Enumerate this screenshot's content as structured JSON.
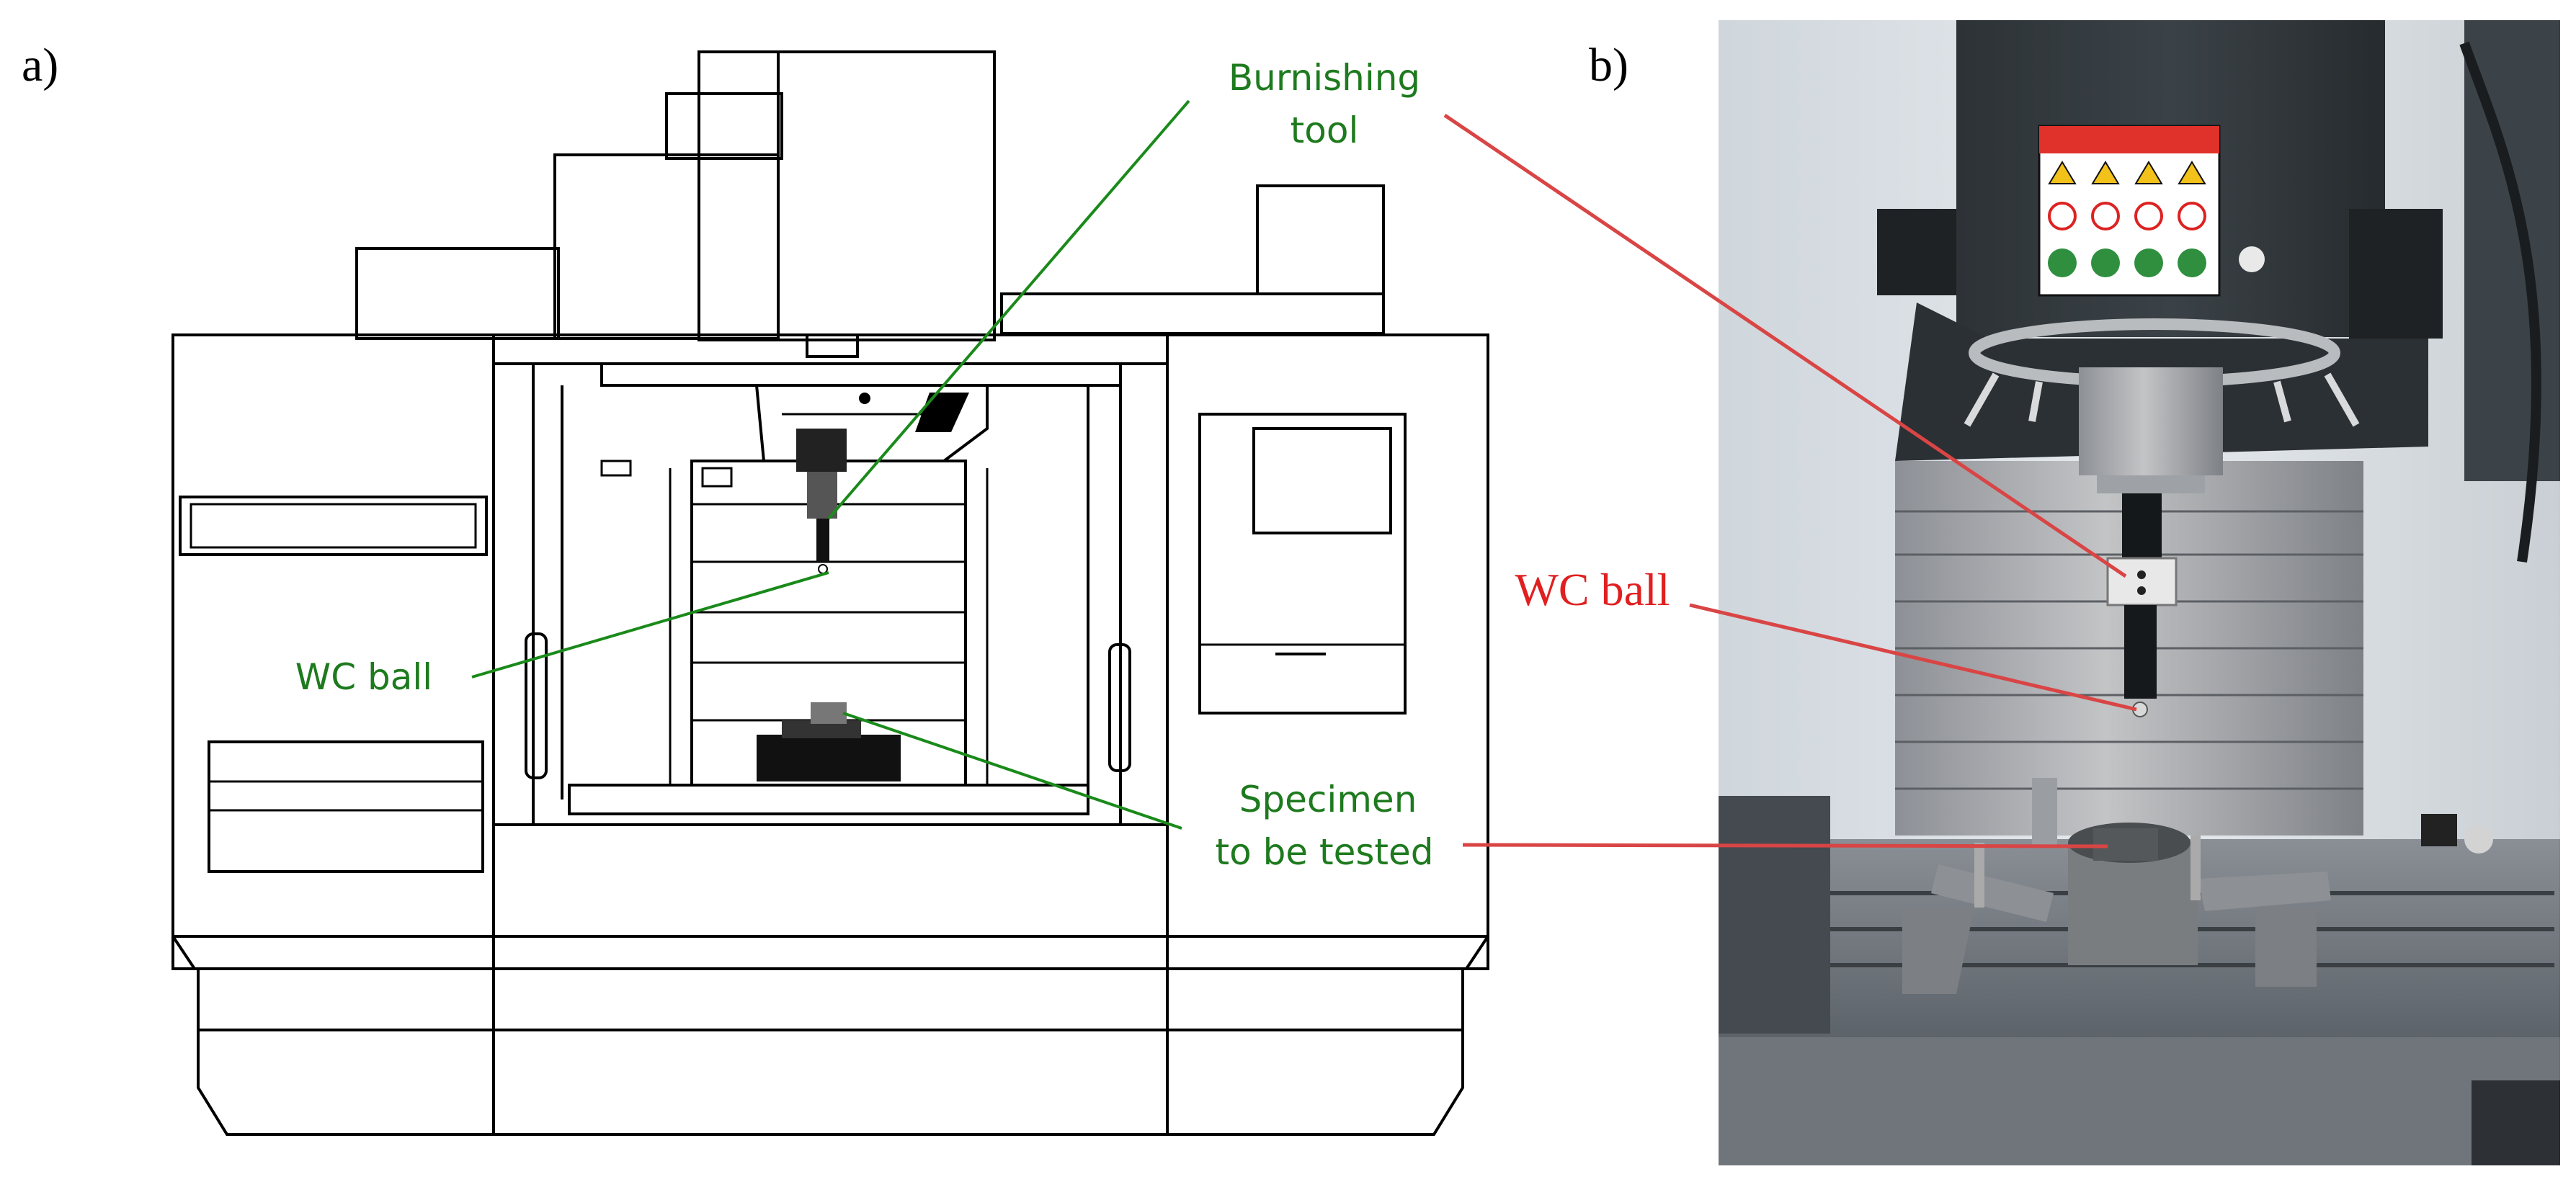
{
  "panels": {
    "a_label": "a)",
    "b_label": "b)"
  },
  "annotations_a": {
    "burnishing_tool_line1": "Burnishing",
    "burnishing_tool_line2": "tool",
    "wc_ball": "WC ball",
    "specimen_line1": "Specimen",
    "specimen_line2": "to be tested"
  },
  "annotations_b": {
    "wc_ball": "WC ball"
  },
  "colors": {
    "annotation_green": "#1e7a1e",
    "annotation_red": "#e02020",
    "line_green": "#1a8a1a",
    "line_red": "#d94545"
  }
}
